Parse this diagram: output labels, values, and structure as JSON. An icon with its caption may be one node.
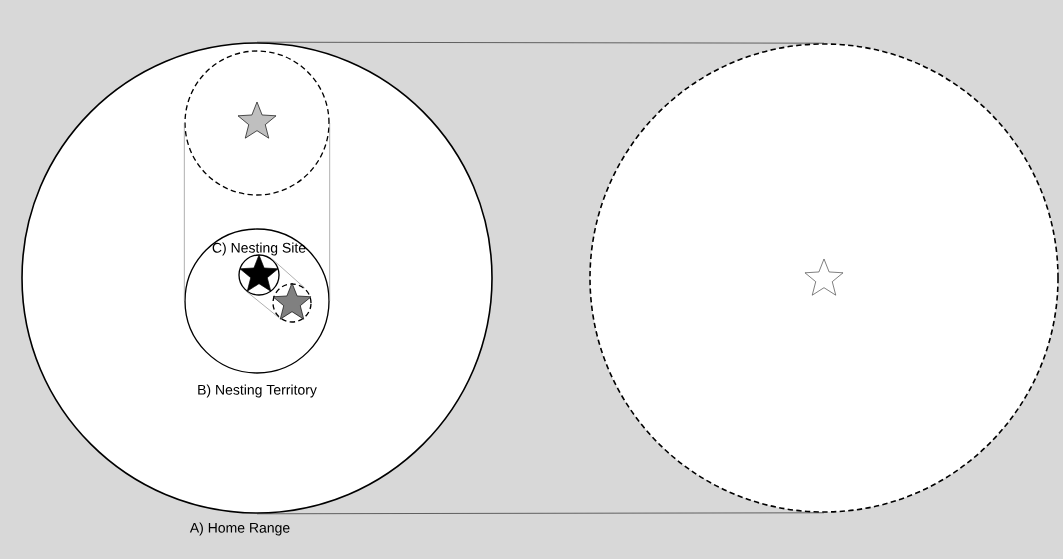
{
  "diagram": {
    "nodes": [
      {
        "text": [
          "A) Home Range"
        ]
      },
      {
        "text": [],
        "shape": "circle",
        "in": 0
      },
      {
        "text": [
          "B) Nesting Territory"
        ],
        "in": 0
      },
      {
        "text": [
          "C) Nesting Site"
        ],
        "in": 2
      },
      {
        "text": [],
        "shape": "circle",
        "in": 2
      },
      {
        "text": [],
        "shape": "circle"
      }
    ],
    "edges": [
      {
        "from": 0,
        "to": 5,
        "arrow": "none",
        "color": "#222222"
      },
      {
        "from": 0,
        "to": 5,
        "arrow": "none",
        "color": "#222222"
      },
      {
        "from": 1,
        "to": 2,
        "arrow": "none"
      },
      {
        "from": 1,
        "to": 2,
        "arrow": "none"
      },
      {
        "from": 3,
        "to": 4,
        "arrow": "none"
      },
      {
        "from": 3,
        "to": 4,
        "arrow": "none"
      }
    ]
  }
}
